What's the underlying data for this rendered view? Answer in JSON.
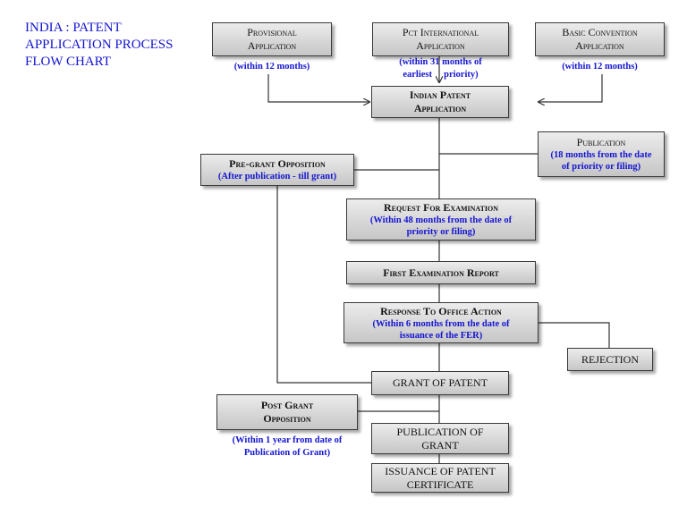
{
  "title": {
    "line1": "INDIA : PATENT",
    "line2": "APPLICATION PROCESS",
    "line3": "FLOW CHART"
  },
  "nodes": {
    "provisional": {
      "line1": "Provisional",
      "line2": "Application",
      "note": "(within 12 months)"
    },
    "pct": {
      "line1": "Pct International",
      "line2": "Application",
      "note1": "(within 31  months of",
      "note2": "earliest     priority)"
    },
    "basic": {
      "line1": "Basic Convention",
      "line2": "Application",
      "note": "(within 12  months)"
    },
    "indian": {
      "line1": "Indian Patent",
      "line2": "Application"
    },
    "publication": {
      "line1": "Publication",
      "note1": "(18 months from the date",
      "note2": "of  priority or filing)"
    },
    "pregrant": {
      "line1": "Pre-grant  Opposition",
      "note": "(After publication - till grant)"
    },
    "request": {
      "line1": "Request For Examination",
      "note1": "(Within 48 months from  the date of",
      "note2": "priority or filing)"
    },
    "fer": {
      "line1": "First Examination Report"
    },
    "response": {
      "line1": "Response To Office Action",
      "note1": "(Within 6 months from the date of",
      "note2": "issuance of the FER)"
    },
    "rejection": {
      "line1": "REJECTION"
    },
    "grant": {
      "line1": "GRANT OF PATENT"
    },
    "postgrant": {
      "line1": "Post Grant",
      "line2": "Opposition",
      "note1": "(Within 1 year from date of",
      "note2": "Publication of Grant)"
    },
    "pubgrant": {
      "line1": "PUBLICATION OF",
      "line2": "GRANT"
    },
    "issuance": {
      "line1": "ISSUANCE OF PATENT",
      "line2": "CERTIFICATE"
    }
  }
}
